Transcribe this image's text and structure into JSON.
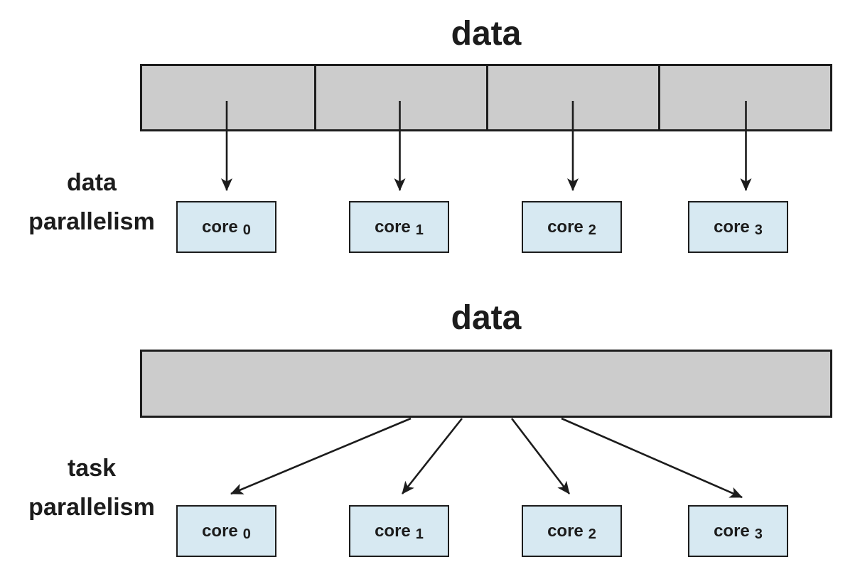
{
  "figure": {
    "sections": [
      {
        "title": "data",
        "side_label_line1": "data",
        "side_label_line2": "parallelism",
        "bar_segments": 4,
        "cores": [
          {
            "word": "core",
            "sub": "0"
          },
          {
            "word": "core",
            "sub": "1"
          },
          {
            "word": "core",
            "sub": "2"
          },
          {
            "word": "core",
            "sub": "3"
          }
        ]
      },
      {
        "title": "data",
        "side_label_line1": "task",
        "side_label_line2": "parallelism",
        "bar_segments": 1,
        "cores": [
          {
            "word": "core",
            "sub": "0"
          },
          {
            "word": "core",
            "sub": "1"
          },
          {
            "word": "core",
            "sub": "2"
          },
          {
            "word": "core",
            "sub": "3"
          }
        ]
      }
    ],
    "colors": {
      "bar_fill": "#cccccc",
      "core_fill": "#d7e9f2",
      "stroke": "#1c1c1c"
    }
  }
}
